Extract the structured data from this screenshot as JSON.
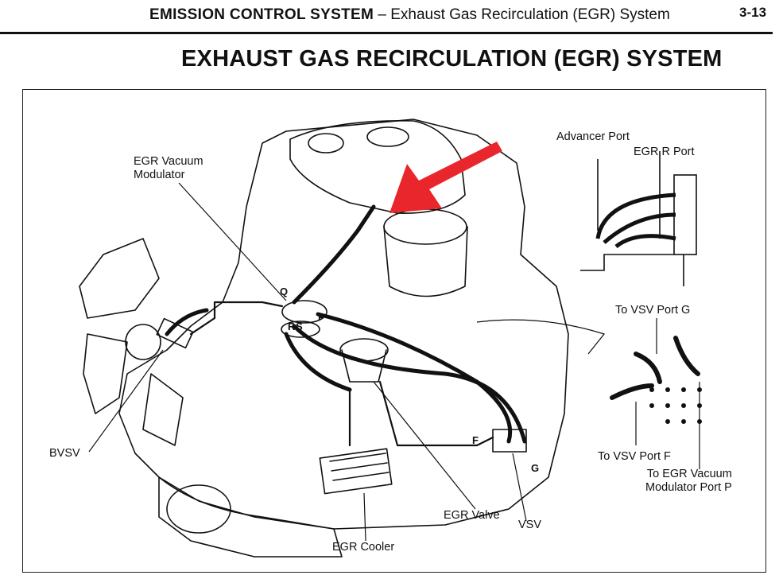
{
  "header": {
    "chapter_title": "EMISSION CONTROL SYSTEM",
    "chapter_subtitle": "– Exhaust Gas Recirculation (EGR) System",
    "page_number": "3-13"
  },
  "title": "EXHAUST GAS RECIRCULATION (EGR) SYSTEM",
  "labels": {
    "egr_vacuum_modulator_line1": "EGR Vacuum",
    "egr_vacuum_modulator_line2": "Modulator",
    "advancer_port": "Advancer Port",
    "egr_r_port": "EGR R Port",
    "to_vsv_port_g": "To VSV Port G",
    "to_vsv_port_f": "To VSV Port F",
    "to_egr_vacuum_modulator_port_p_line1": "To EGR Vacuum",
    "to_egr_vacuum_modulator_port_p_line2": "Modulator Port P",
    "bvsv": "BVSV",
    "egr_valve": "EGR Valve",
    "vsv": "VSV",
    "egr_cooler": "EGR Cooler",
    "port_q": "Q",
    "port_r": "R",
    "port_s": "S",
    "port_p": "P",
    "port_f": "F",
    "port_g": "G"
  },
  "colors": {
    "ink": "#111111",
    "highlight_arrow": "#e8262b"
  }
}
